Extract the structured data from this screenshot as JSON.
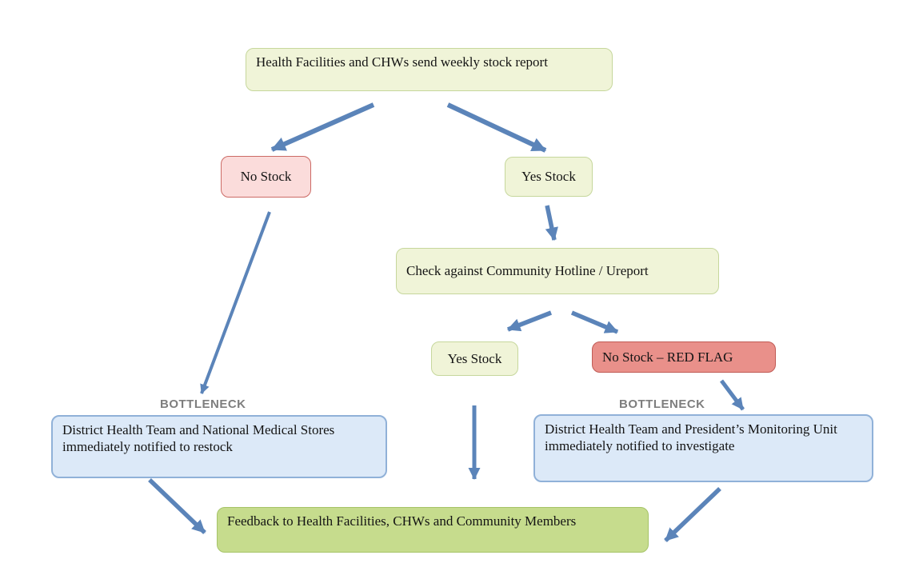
{
  "nodes": {
    "start": {
      "label": "Health Facilities and CHWs send weekly stock report"
    },
    "no_stock": {
      "label": "No Stock"
    },
    "yes_stock": {
      "label": "Yes Stock"
    },
    "check": {
      "label": "Check against Community Hotline /  Ureport"
    },
    "yes_stock_2": {
      "label": "Yes Stock"
    },
    "red_flag": {
      "label": "No Stock – RED FLAG"
    },
    "restock": {
      "label": "District Health Team and National Medical Stores immediately notified to restock"
    },
    "investigate": {
      "label": "District Health Team and President’s Monitoring Unit immediately notified to investigate"
    },
    "feedback": {
      "label": "Feedback to Health Facilities, CHWs and Community Members"
    }
  },
  "labels": {
    "bottleneck_left": "BOTTLENECK",
    "bottleneck_right": "BOTTLENECK"
  },
  "colors": {
    "light_green_fill": "#F0F4D8",
    "light_green_border": "#C6D79C",
    "pink_fill": "#FBDCDB",
    "pink_border": "#CC6B66",
    "red_fill": "#E9908A",
    "red_border": "#C05B55",
    "blue_fill": "#DCE9F8",
    "blue_border": "#90B1D8",
    "green_fill": "#C6DC8D",
    "green_border": "#A6C468",
    "arrow": "#5B84B9",
    "bottleneck_text": "#7E7E7E"
  }
}
